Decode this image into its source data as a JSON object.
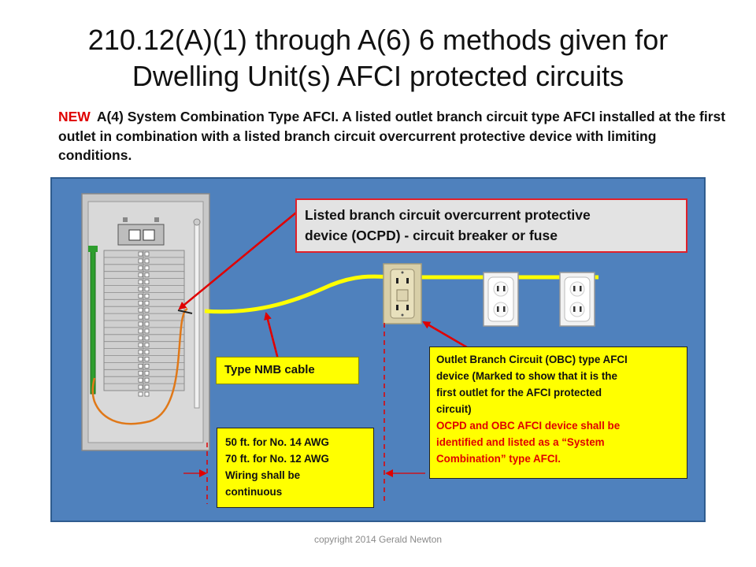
{
  "slide": {
    "title_line1": "210.12(A)(1) through A(6)  6 methods given for",
    "title_line2": "Dwelling Unit(s) AFCI protected circuits",
    "new_label": "NEW",
    "subtitle": "A(4) System Combination Type AFCI.  A listed outlet branch circuit type AFCI installed at the first outlet in combination with a listed branch circuit overcurrent protective device with limiting conditions.",
    "copyright": "copyright 2014 Gerald Newton"
  },
  "callouts": {
    "ocpd_line1": "Listed branch circuit overcurrent protective",
    "ocpd_line2": "device (OCPD) -  circuit breaker or fuse",
    "nmb": "Type NMB cable",
    "obc_line1": "Outlet Branch Circuit  (OBC) type AFCI",
    "obc_line2": "device (Marked to show that it is the",
    "obc_line3": "first  outlet for the AFCI protected",
    "obc_line4": "circuit)",
    "obc_red1": "OCPD and OBC AFCI device shall be",
    "obc_red2": "identified and listed as a “System",
    "obc_red3": "Combination” type AFCI.",
    "len_line1": "50 ft. for No. 14 AWG",
    "len_line2": "70 ft. for No. 12 AWG",
    "len_line3": "Wiring shall be",
    "len_line4": "continuous"
  },
  "colors": {
    "background_panel": "#4f81bd",
    "cable": "#ffff00",
    "arrow": "#e00000",
    "callout_fill": "#ffff00",
    "ocpd_fill": "#e3e3e3"
  }
}
